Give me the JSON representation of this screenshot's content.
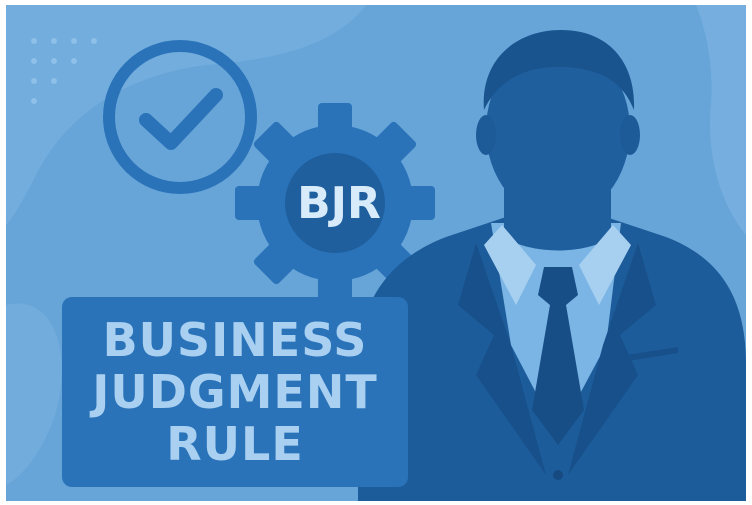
{
  "illustration": {
    "badge_text": "BJR",
    "title_lines": [
      "BUSINESS",
      "JUDGMENT",
      "RULE"
    ]
  },
  "colors": {
    "background": "#67a5d9",
    "background_shape": "#7db4e1",
    "check_circle": "#2a73b9",
    "gear": "#2a73b9",
    "gear_center": "#1f5f9e",
    "label_box": "#2a73b9",
    "label_text": "#a9d0f1",
    "figure_head": "#1f5f9e",
    "suit": "#1d5c9a",
    "shirt": "#7bb5e5",
    "tie": "#174e86"
  },
  "icons": [
    "check-circle-icon",
    "gear-icon",
    "businessman-figure"
  ]
}
